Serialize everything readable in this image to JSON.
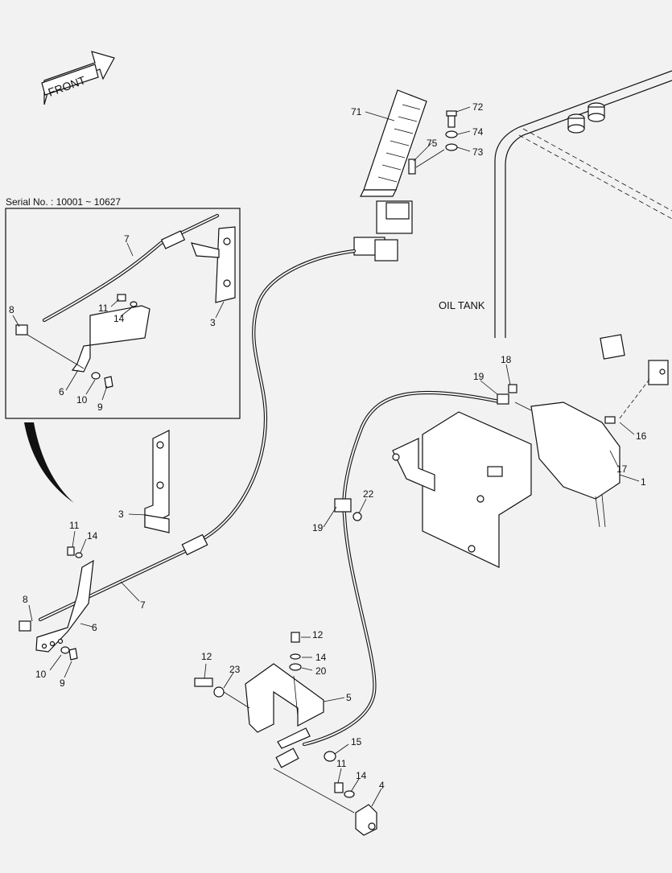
{
  "direction_arrow": {
    "label": "FRONT"
  },
  "inset": {
    "serial_label": "Serial No. : 10001 ~ 10627"
  },
  "tank_label": "OIL TANK",
  "callouts": {
    "c71": "71",
    "c72": "72",
    "c74": "74",
    "c75": "75",
    "c73": "73",
    "c18": "18",
    "c19a": "19",
    "c16": "16",
    "c17": "17",
    "c1": "1",
    "c22": "22",
    "c19b": "19",
    "i7": "7",
    "i3": "3",
    "i8": "8",
    "i11": "11",
    "i14": "14",
    "i6": "6",
    "i10": "10",
    "i9": "9",
    "m3": "3",
    "m11": "11",
    "m14": "14",
    "m8": "8",
    "m7": "7",
    "m6": "6",
    "m10": "10",
    "m9": "9",
    "b12a": "12",
    "b14a": "14",
    "b20": "20",
    "b12b": "12",
    "b23": "23",
    "b5": "5",
    "b15": "15",
    "b11": "11",
    "b14b": "14",
    "b4": "4"
  },
  "icons": {
    "arrow": "front-arrow-icon"
  }
}
